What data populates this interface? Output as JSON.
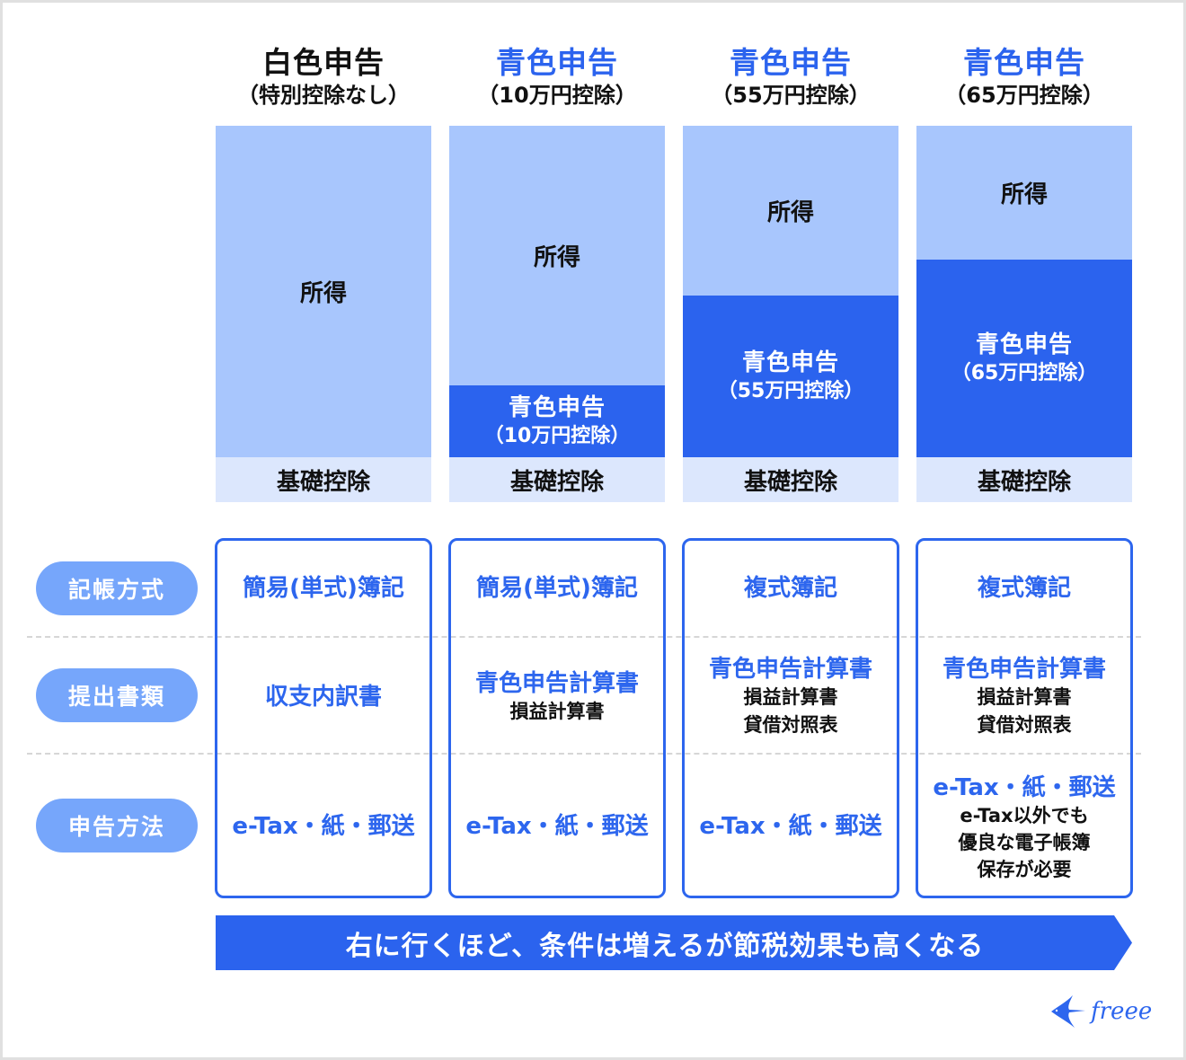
{
  "colors": {
    "accent_blue": "#2b63ee",
    "light_blue_income": "#a8c6fd",
    "pale_blue_base": "#dce7fd",
    "pill_blue": "#76a6fb",
    "text_dark": "#111111"
  },
  "columns": [
    {
      "title": "白色申告",
      "title_color": "#111111",
      "subtitle": "（特別控除なし）",
      "bar": {
        "income_label": "所得",
        "deduction_label_1": "",
        "deduction_label_2": "",
        "base_label": "基礎控除"
      },
      "bookkeeping": "簡易(単式)簿記",
      "documents_main": "収支内訳書",
      "documents_sub": [],
      "filing_main": "e-Tax・紙・郵送",
      "filing_sub": []
    },
    {
      "title": "青色申告",
      "title_color": "#2b63ee",
      "subtitle": "（10万円控除）",
      "bar": {
        "income_label": "所得",
        "deduction_label_1": "青色申告",
        "deduction_label_2": "（10万円控除）",
        "base_label": "基礎控除"
      },
      "bookkeeping": "簡易(単式)簿記",
      "documents_main": "青色申告計算書",
      "documents_sub": [
        "損益計算書"
      ],
      "filing_main": "e-Tax・紙・郵送",
      "filing_sub": []
    },
    {
      "title": "青色申告",
      "title_color": "#2b63ee",
      "subtitle": "（55万円控除）",
      "bar": {
        "income_label": "所得",
        "deduction_label_1": "青色申告",
        "deduction_label_2": "（55万円控除）",
        "base_label": "基礎控除"
      },
      "bookkeeping": "複式簿記",
      "documents_main": "青色申告計算書",
      "documents_sub": [
        "損益計算書",
        "貸借対照表"
      ],
      "filing_main": "e-Tax・紙・郵送",
      "filing_sub": []
    },
    {
      "title": "青色申告",
      "title_color": "#2b63ee",
      "subtitle": "（65万円控除）",
      "bar": {
        "income_label": "所得",
        "deduction_label_1": "青色申告",
        "deduction_label_2": "（65万円控除）",
        "base_label": "基礎控除"
      },
      "bookkeeping": "複式簿記",
      "documents_main": "青色申告計算書",
      "documents_sub": [
        "損益計算書",
        "貸借対照表"
      ],
      "filing_main": "e-Tax・紙・郵送",
      "filing_sub": [
        "e-Tax以外でも",
        "優良な電子帳簿",
        "保存が必要"
      ]
    }
  ],
  "row_labels": {
    "bookkeeping": "記帳方式",
    "documents": "提出書類",
    "filing": "申告方法"
  },
  "footer_arrow": "右に行くほど、条件は増えるが節税効果も高くなる",
  "logo": {
    "text": "freee",
    "icon": "bird-icon"
  }
}
